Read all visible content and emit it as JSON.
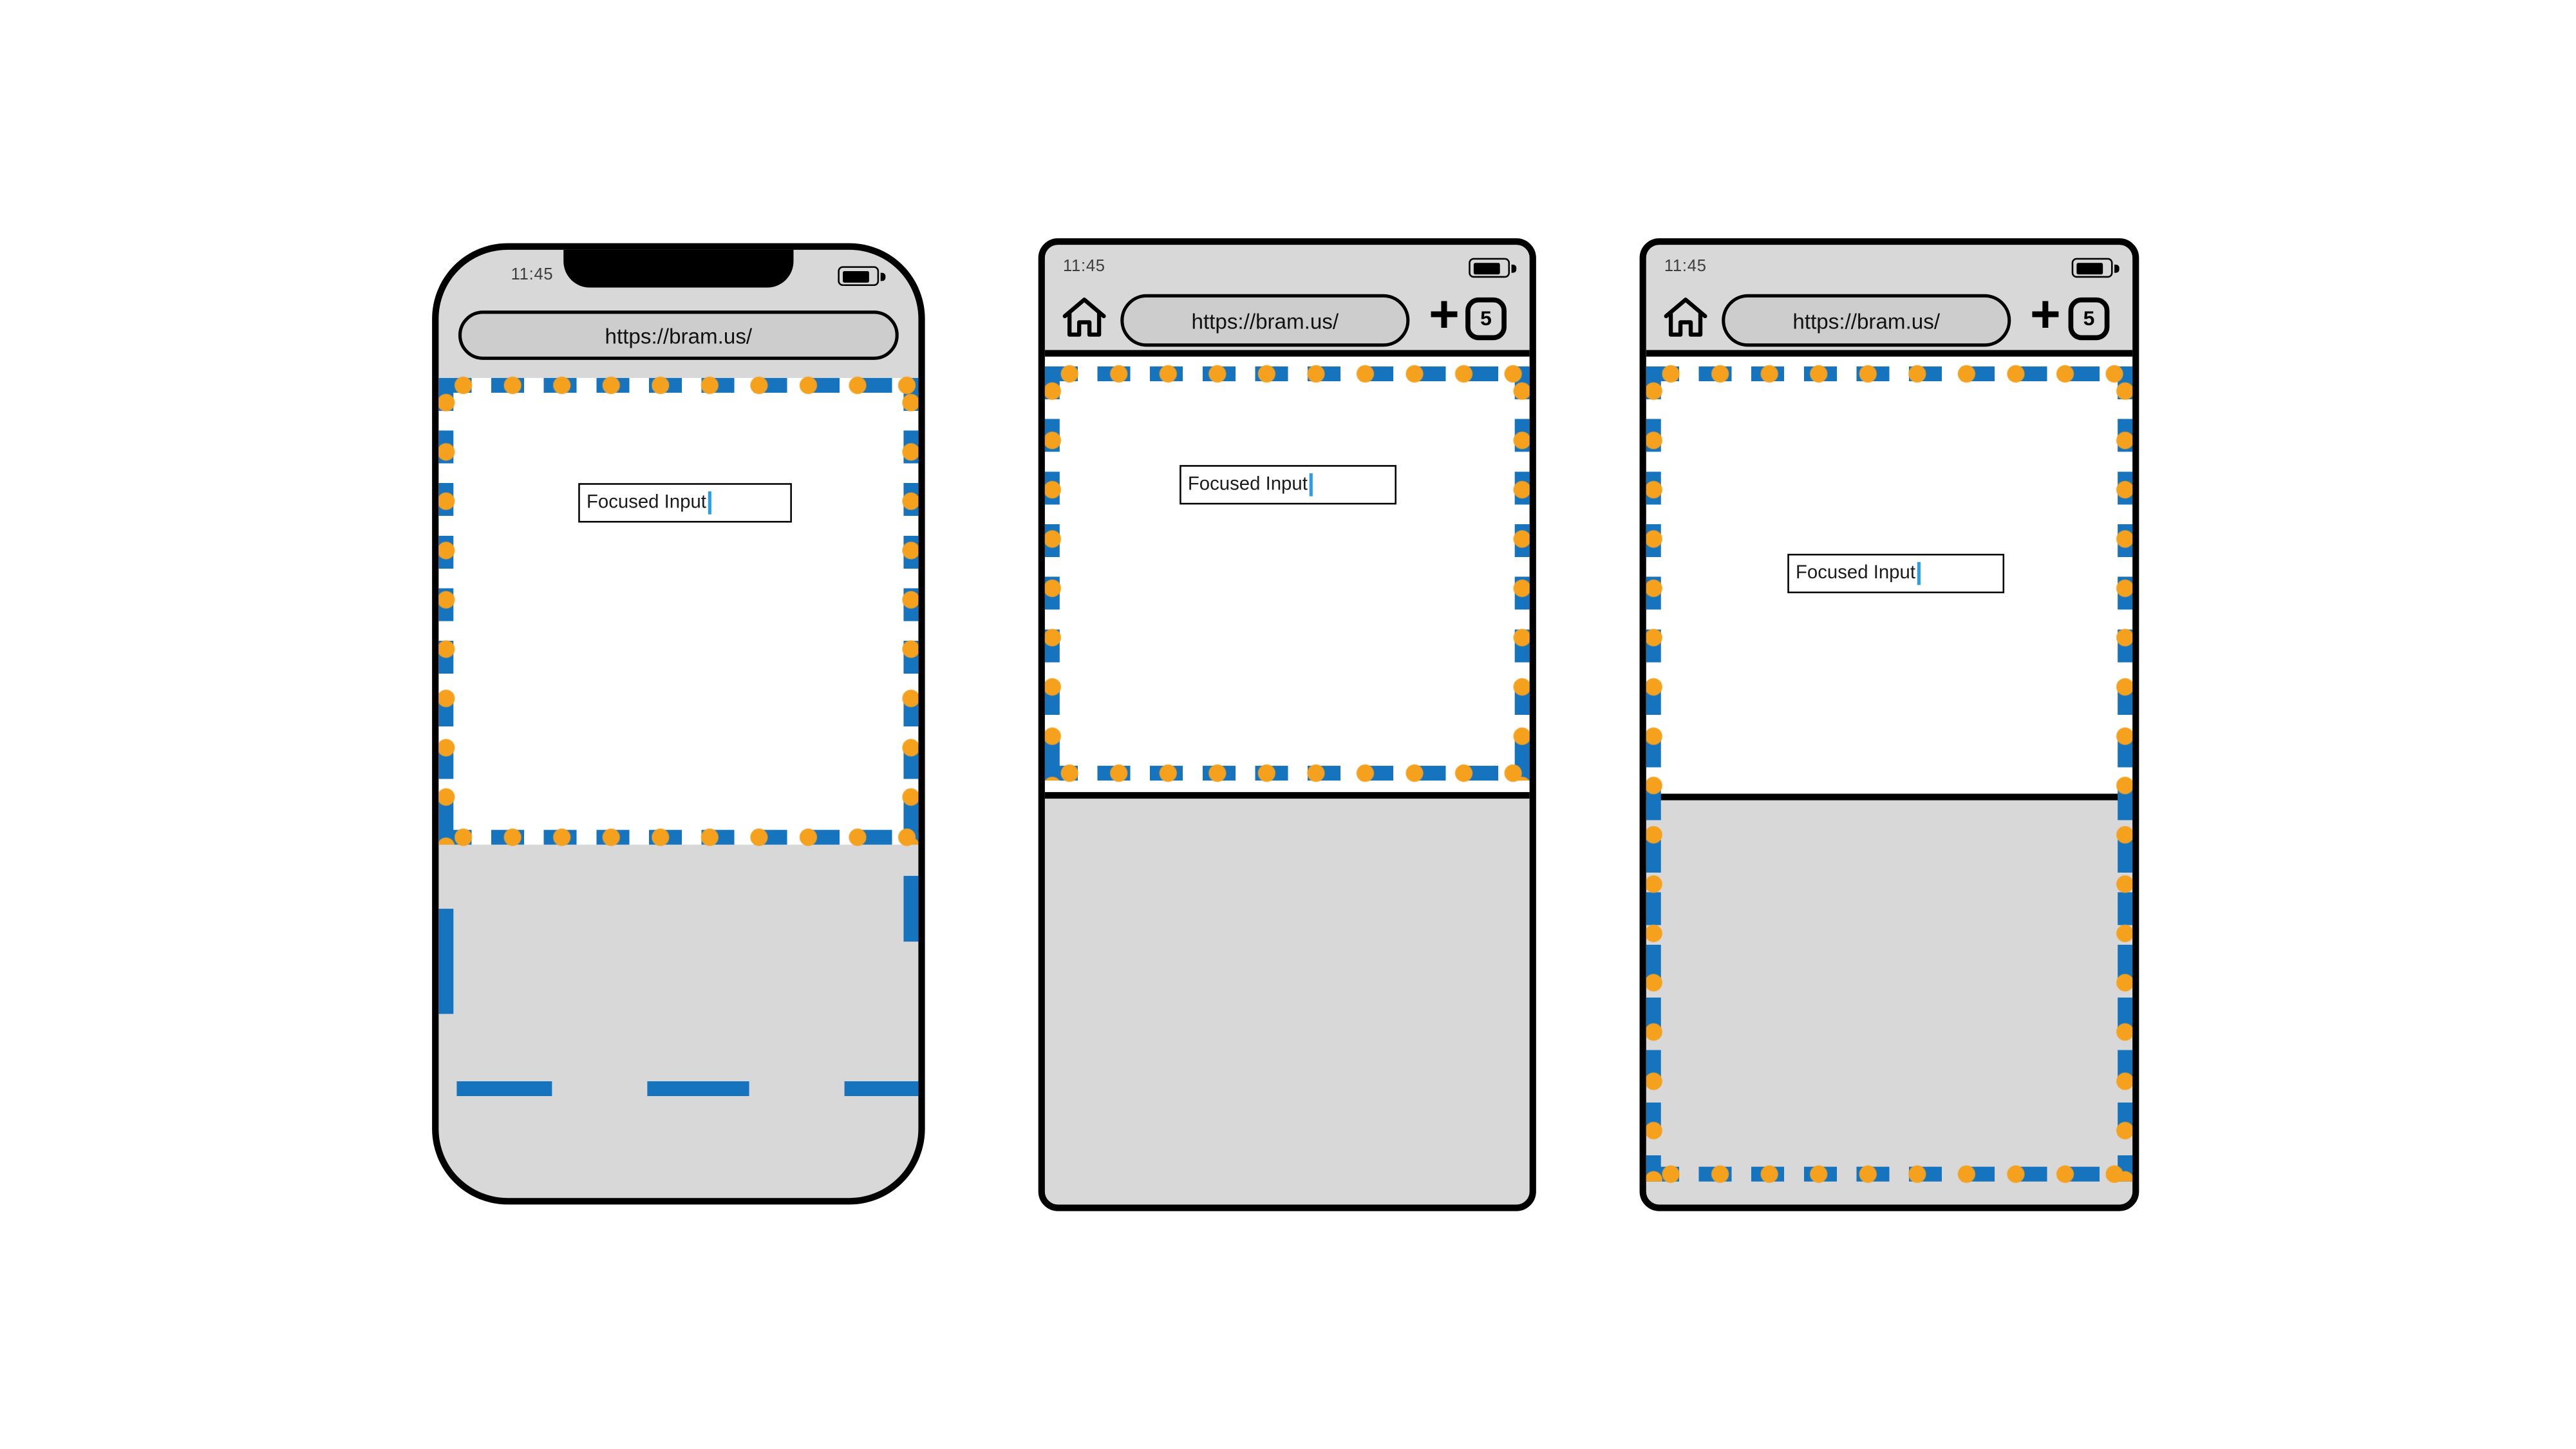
{
  "illustration": {
    "description": "Three mobile browser mockups showing the layout viewport (blue dashed border) and visual viewport (orange dots) while an input is focused and the on-screen keyboard is open"
  },
  "colors": {
    "layout_viewport_blue": "#1674BE",
    "visual_viewport_orange": "#F5A11E",
    "device_gray": "#D8D8D8",
    "urlbar_gray": "#CDCDCD",
    "caret_blue": "#2B9FE5"
  },
  "icons": {
    "battery": "css-shape-battery",
    "home": "svg-house-outline",
    "plus": "+",
    "notch": "css-shape-notch",
    "caret": "css-vertical-bar"
  },
  "phones": [
    {
      "name": "iphone",
      "status_time": "11:45",
      "url": "https://bram.us/",
      "input_value": "Focused Input"
    },
    {
      "name": "android-middle",
      "status_time": "11:45",
      "url": "https://bram.us/",
      "input_value": "Focused Input",
      "plus_label": "+",
      "tab_count": "5"
    },
    {
      "name": "android-right",
      "status_time": "11:45",
      "url": "https://bram.us/",
      "input_value": "Focused Input",
      "plus_label": "+",
      "tab_count": "5"
    }
  ]
}
